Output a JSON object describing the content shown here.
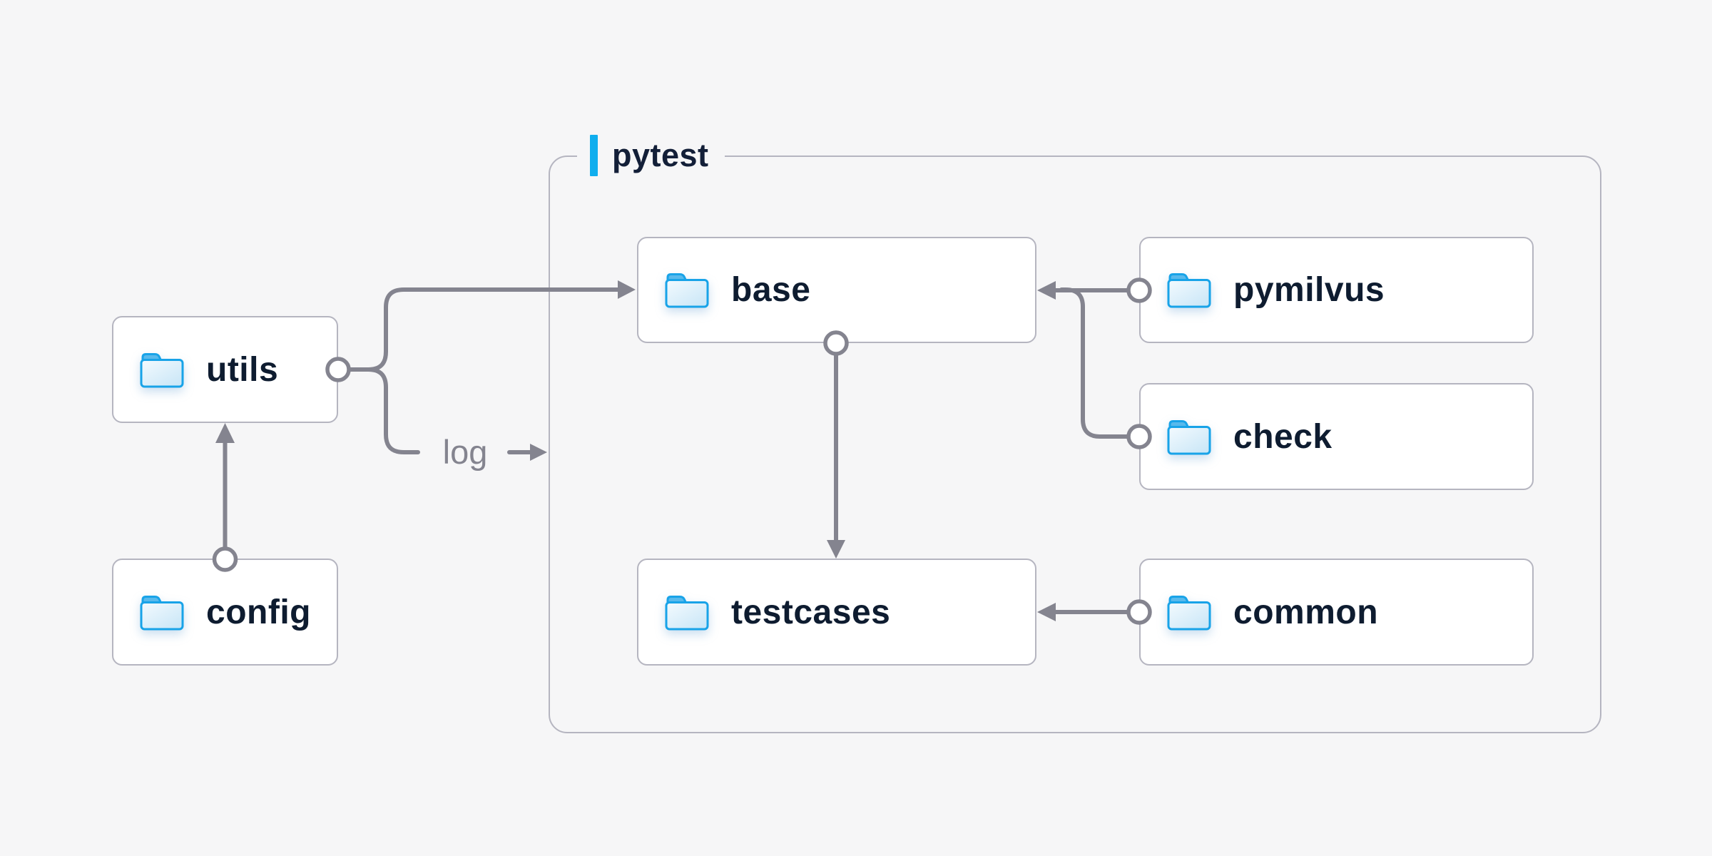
{
  "group": {
    "label": "pytest"
  },
  "nodes": {
    "utils": {
      "label": "utils",
      "icon": "folder-icon"
    },
    "config": {
      "label": "config",
      "icon": "folder-icon"
    },
    "base": {
      "label": "base",
      "icon": "folder-icon"
    },
    "testcases": {
      "label": "testcases",
      "icon": "folder-icon"
    },
    "pymilvus": {
      "label": "pymilvus",
      "icon": "folder-icon"
    },
    "check": {
      "label": "check",
      "icon": "folder-icon"
    },
    "common": {
      "label": "common",
      "icon": "folder-icon"
    }
  },
  "edges": {
    "log_label": "log",
    "connections": [
      {
        "from": "config",
        "to": "utils"
      },
      {
        "from": "utils",
        "to": "base"
      },
      {
        "from": "utils",
        "to": "pytest-group",
        "label": "log"
      },
      {
        "from": "pymilvus",
        "to": "base"
      },
      {
        "from": "check",
        "to": "base"
      },
      {
        "from": "base",
        "to": "testcases"
      },
      {
        "from": "common",
        "to": "testcases"
      }
    ]
  },
  "colors": {
    "background": "#f6f6f7",
    "node_fill": "#ffffff",
    "node_border": "#b5b5c0",
    "connector_gray": "#84848f",
    "label_navy": "#0e1c30",
    "accent_blue": "#10aeee",
    "folder_stroke_blue": "#18a3e8",
    "folder_tab_blue": "#58b9ec",
    "folder_body_light": "#eef7fd"
  }
}
